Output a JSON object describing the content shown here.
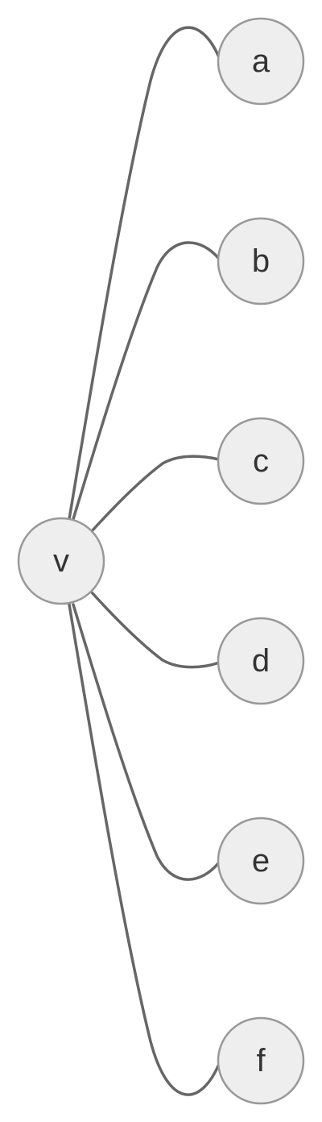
{
  "diagram": {
    "root": {
      "id": "v",
      "label": "v"
    },
    "children": [
      {
        "id": "a",
        "label": "a"
      },
      {
        "id": "b",
        "label": "b"
      },
      {
        "id": "c",
        "label": "c"
      },
      {
        "id": "d",
        "label": "d"
      },
      {
        "id": "e",
        "label": "e"
      },
      {
        "id": "f",
        "label": "f"
      }
    ],
    "edges": [
      {
        "from": "v",
        "to": "a"
      },
      {
        "from": "v",
        "to": "b"
      },
      {
        "from": "v",
        "to": "c"
      },
      {
        "from": "v",
        "to": "d"
      },
      {
        "from": "v",
        "to": "e"
      },
      {
        "from": "v",
        "to": "f"
      }
    ],
    "colors": {
      "node_fill": "#eeeeee",
      "node_stroke": "#999999",
      "edge_stroke": "#666666",
      "label_color": "#333333"
    }
  }
}
